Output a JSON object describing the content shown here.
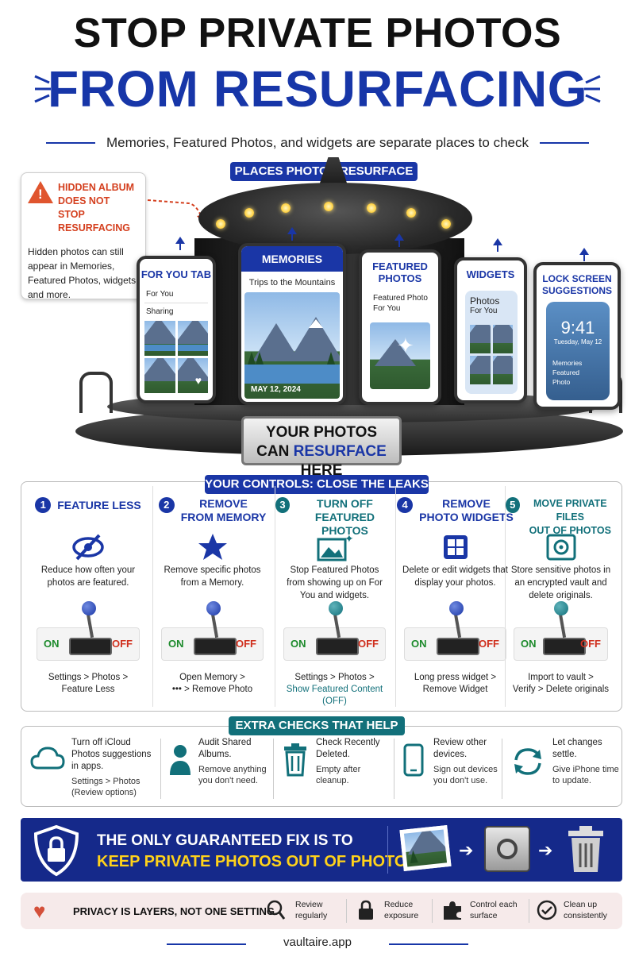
{
  "title": {
    "line1": "STOP PRIVATE PHOTOS",
    "line2": "FROM RESURFACING",
    "subtitle": "Memories, Featured Photos, and widgets are separate places to check"
  },
  "places": {
    "label": "PLACES PHOTOS RESURFACE",
    "warning": {
      "title_l1": "HIDDEN ALBUM",
      "title_l2": "DOES NOT",
      "title_l3": "STOP RESURFACING",
      "body": "Hidden photos can still appear in Memories, Featured Photos, widgets, and more."
    },
    "phones": {
      "foryou": {
        "title": "FOR YOU TAB",
        "line1": "For You",
        "line2": "Sharing"
      },
      "memories": {
        "title": "MEMORIES",
        "caption": "Trips to the Mountains",
        "date": "MAY 12, 2024"
      },
      "featured": {
        "title_l1": "FEATURED",
        "title_l2": "PHOTOS",
        "line1": "Featured Photo",
        "line2": "For You"
      },
      "widgets": {
        "title": "WIDGETS",
        "line1": "Photos",
        "line2": "For You"
      },
      "lockscreen": {
        "title_l1": "LOCK SCREEN",
        "title_l2": "SUGGESTIONS",
        "time": "9:41",
        "date": "Tuesday, May 12",
        "line1": "Memories",
        "line2": "Featured",
        "line3": "Photo"
      }
    },
    "plaque_l1": "YOUR PHOTOS",
    "plaque_l2a": "CAN ",
    "plaque_l2b": "RESURFACE",
    "plaque_l2c": " HERE"
  },
  "controls": {
    "label": "YOUR CONTROLS: CLOSE THE LEAKS",
    "on_label": "ON",
    "off_label": "OFF",
    "items": [
      {
        "num": "1",
        "head_l1": "FEATURE LESS",
        "head_l2": "",
        "desc": "Reduce how often your photos are featured.",
        "path_l1": "Settings > Photos >",
        "path_l2": "Feature Less",
        "path_l3": ""
      },
      {
        "num": "2",
        "head_l1": "REMOVE",
        "head_l2": "FROM MEMORY",
        "desc": "Remove specific photos from a Memory.",
        "path_l1": "Open Memory >",
        "path_l2": "••• > Remove Photo",
        "path_l3": ""
      },
      {
        "num": "3",
        "head_l1": "TURN OFF",
        "head_l2": "FEATURED PHOTOS",
        "desc": "Stop Featured Photos from showing up on For You and widgets.",
        "path_l1": "Settings > Photos >",
        "path_l2": "Show Featured Content",
        "path_l3": "(OFF)"
      },
      {
        "num": "4",
        "head_l1": "REMOVE",
        "head_l2": "PHOTO WIDGETS",
        "desc": "Delete or edit widgets that display your photos.",
        "path_l1": "Long press widget >",
        "path_l2": "Remove Widget",
        "path_l3": ""
      },
      {
        "num": "5",
        "head_l1": "MOVE PRIVATE FILES",
        "head_l2": "OUT OF PHOTOS",
        "desc": "Store sensitive photos in an encrypted vault and delete originals.",
        "path_l1": "Import to vault >",
        "path_l2": "Verify > Delete originals",
        "path_l3": ""
      }
    ]
  },
  "extra": {
    "label": "EXTRA CHECKS THAT HELP",
    "items": [
      {
        "t1": "Turn off iCloud Photos suggestions in apps.",
        "t2": "Settings > Photos (Review options)"
      },
      {
        "t1": "Audit Shared Albums.",
        "t2": "Remove anything you don't need."
      },
      {
        "t1": "Check Recently Deleted.",
        "t2": "Empty after cleanup."
      },
      {
        "t1": "Review other devices.",
        "t2": "Sign out devices you don't use."
      },
      {
        "t1": "Let changes settle.",
        "t2": "Give iPhone time to update."
      }
    ]
  },
  "banner": {
    "line1": "THE ONLY GUARANTEED FIX IS TO",
    "line2": "KEEP PRIVATE PHOTOS OUT OF PHOTOS."
  },
  "footer": {
    "motto": "PRIVACY IS LAYERS, NOT ONE SETTING.",
    "items": [
      {
        "l1": "Review",
        "l2": "regularly"
      },
      {
        "l1": "Reduce",
        "l2": "exposure"
      },
      {
        "l1": "Control each",
        "l2": "surface"
      },
      {
        "l1": "Clean up",
        "l2": "consistently"
      }
    ],
    "url": "vaultaire.app"
  },
  "colors": {
    "navy": "#1a36a6",
    "teal": "#12707a",
    "red": "#d0301e",
    "green": "#1c8a2b",
    "yellow": "#ffd21a"
  }
}
